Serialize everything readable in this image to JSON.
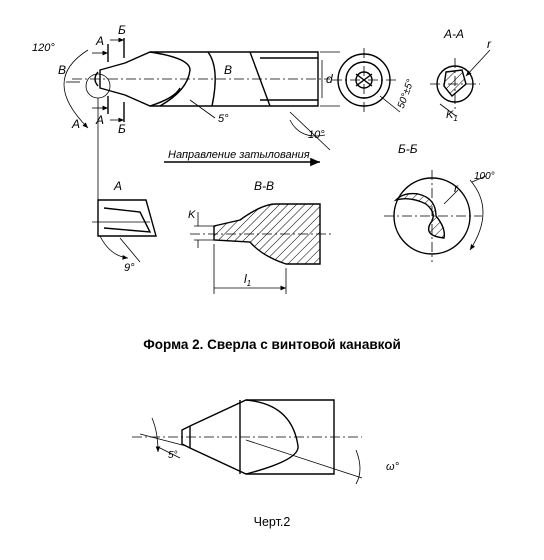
{
  "section_title": "Форма 2. Сверла с винтовой канавкой",
  "figure_caption": "Черт.2",
  "labels": {
    "angle_120": "120°",
    "b": "Б",
    "a": "А",
    "v": "В",
    "d": "d",
    "angle_5": "5°",
    "angle_10": "10°",
    "relief_direction": "Направление затылования",
    "section_aa": "А-А",
    "r": "r",
    "k1": "K",
    "k1_sub": "1",
    "angle_50": "50°±5°",
    "section_bb": "Б-Б",
    "angle_100": "100°",
    "view_a": "А",
    "angle_9": "9°",
    "section_vv": "В-В",
    "k": "K",
    "l1": "l",
    "l1_sub": "1",
    "angle_5b": "5°",
    "omega": "ω°"
  }
}
